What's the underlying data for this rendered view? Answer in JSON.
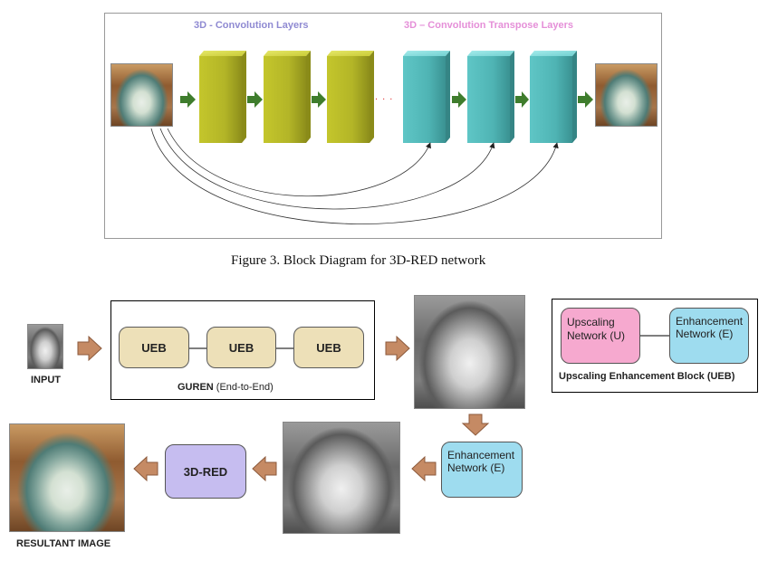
{
  "figure3": {
    "header_conv": "3D - Convolution Layers",
    "header_transpose": "3D – Convolution Transpose Layers",
    "dots": ". . .",
    "caption": "Figure 3. Block Diagram for 3D-RED network",
    "colors": {
      "conv": "#b9bb2a",
      "transpose": "#55bcbc",
      "arrow": "#3a7a2a"
    }
  },
  "figure4": {
    "input_label": "INPUT",
    "guren_label_bold": "GUREN",
    "guren_label_rest": " (End-to-End)",
    "ueb_blocks": [
      "UEB",
      "UEB",
      "UEB"
    ],
    "legend": {
      "upscaling": "Upscaling Network (U)",
      "enhancement": "Enhancement Network (E)",
      "title": "Upscaling Enhancement Block (UEB)"
    },
    "enhancement_box": "Enhancement Network (E)",
    "red_box": "3D-RED",
    "result_label": "RESULTANT IMAGE",
    "colors": {
      "ueb": "#ede0b8",
      "upscaling": "#f6a9cf",
      "enhancement": "#9edcef",
      "red": "#c6bdf0",
      "arrow": "#c0805a"
    }
  }
}
